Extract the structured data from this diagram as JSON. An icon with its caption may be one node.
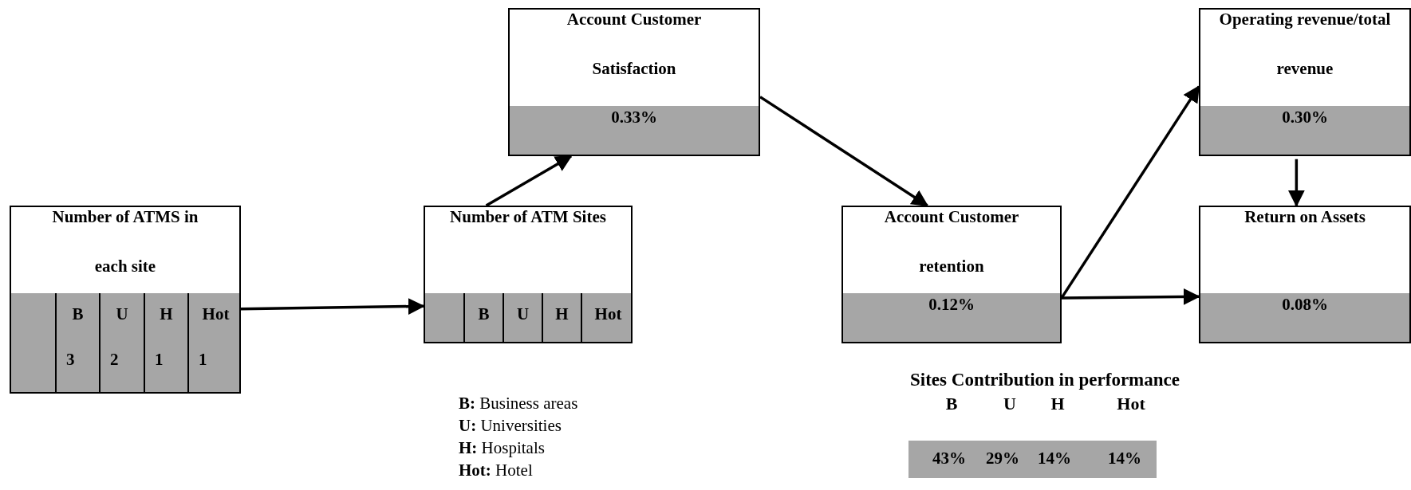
{
  "diagram": {
    "nodes": [
      {
        "text": [
          "Number of ATMS in each site",
          "B",
          "U",
          "H",
          "Hot",
          "3",
          "2",
          "1",
          "1"
        ]
      },
      {
        "text": [
          "Number of ATM Sites",
          "B",
          "U",
          "H",
          "Hot"
        ]
      },
      {
        "text": [
          "Account Customer Satisfaction",
          "0.33%"
        ]
      },
      {
        "text": [
          "Account Customer retention",
          "0.12%"
        ]
      },
      {
        "text": [
          "Operating revenue/total revenue",
          "0.30%"
        ]
      },
      {
        "text": [
          "Return on Assets",
          "0.08%"
        ]
      }
    ],
    "edges": [
      {
        "from": 0,
        "to": 1,
        "arrow": "to"
      },
      {
        "from": 1,
        "to": 2,
        "arrow": "to"
      },
      {
        "from": 2,
        "to": 3,
        "arrow": "to"
      },
      {
        "from": 3,
        "to": 4,
        "arrow": "to"
      },
      {
        "from": 3,
        "to": 5,
        "arrow": "to"
      },
      {
        "from": 4,
        "to": 5,
        "arrow": "to"
      }
    ],
    "labels": [
      "**B:** Business areas",
      "**U:** Universities",
      "**H:** Hospitals",
      "**Hot:** Hotel",
      "Sites Contribution in performance",
      "B",
      "U",
      "H",
      "Hot",
      "43%",
      "29%",
      "14%",
      "14%"
    ]
  }
}
